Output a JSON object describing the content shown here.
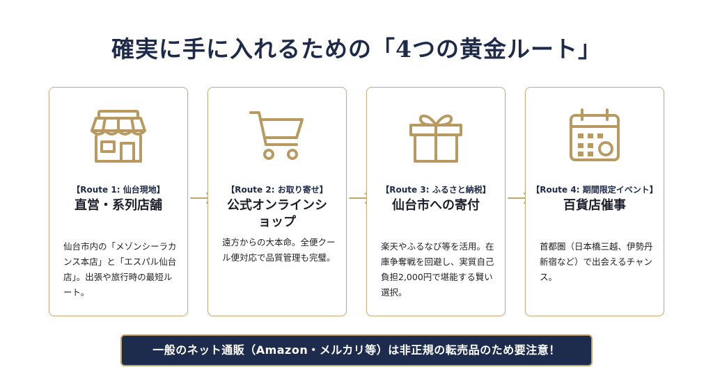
{
  "page": {
    "title": "確実に手に入れるための「4つの黄金ルート」"
  },
  "colors": {
    "navy": "#1d2a4a",
    "gold": "#c4a66c",
    "card_border": "#c7ad7a"
  },
  "routes": [
    {
      "icon": "storefront-icon",
      "label": "【Route 1: 仙台現地】",
      "title": "直営・系列店舗",
      "description": "仙台市内の「メゾンシーラカンス本店」と「エスパル仙台店」。出張や旅行時の最短ルート。"
    },
    {
      "icon": "shopping-cart-icon",
      "label": "【Route 2: お取り寄せ】",
      "title": "公式オンラインショップ",
      "description": "遠方からの大本命。全便クール便対応で品質管理も完璧。"
    },
    {
      "icon": "gift-box-icon",
      "label": "【Route 3: ふるさと納税】",
      "title": "仙台市への寄付",
      "description": "楽天やふるなび等を活用。在庫争奪戦を回避し、実質自己負担2,000円で堪能する賢い選択。"
    },
    {
      "icon": "calendar-icon",
      "label": "【Route 4: 期間限定イベント】",
      "title": "百貨店催事",
      "description": "首都圏（日本橋三越、伊勢丹新宿など）で出会えるチャンス。"
    }
  ],
  "notice": {
    "text": "一般のネット通販（Amazon・メルカリ等）は非正規の転売品のため要注意！"
  }
}
